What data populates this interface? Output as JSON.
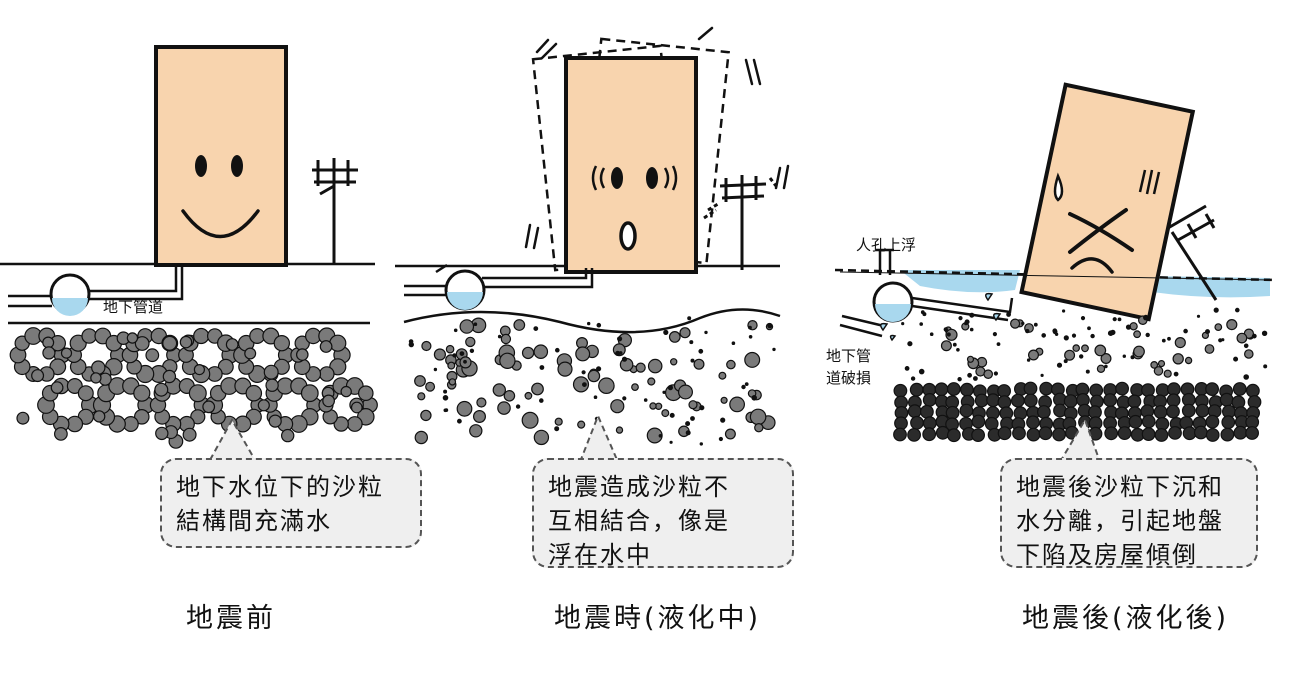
{
  "panels": [
    {
      "caption": "地震前",
      "callout_lines": [
        "地下水位下的沙粒",
        "結構間充滿水"
      ],
      "labels": {
        "pipe": "地下管道"
      }
    },
    {
      "caption": "地震時(液化中)",
      "callout_lines": [
        "地震造成沙粒不",
        "互相結合，像是",
        "浮在水中"
      ]
    },
    {
      "caption": "地震後(液化後)",
      "callout_lines": [
        "地震後沙粒下沉和",
        "水分離，引起地盤",
        "下陷及房屋傾倒"
      ],
      "labels": {
        "manhole": "人孔上浮",
        "pipe_broken_lines": [
          "地下管",
          "道破損"
        ]
      }
    }
  ],
  "colors": {
    "building_fill": "#f8d4ae",
    "outline": "#111111",
    "water": "#a9d8ee",
    "grain_light": "#7a7a7a",
    "grain_dark": "#2b2b2b",
    "callout_bg": "#efefef"
  }
}
